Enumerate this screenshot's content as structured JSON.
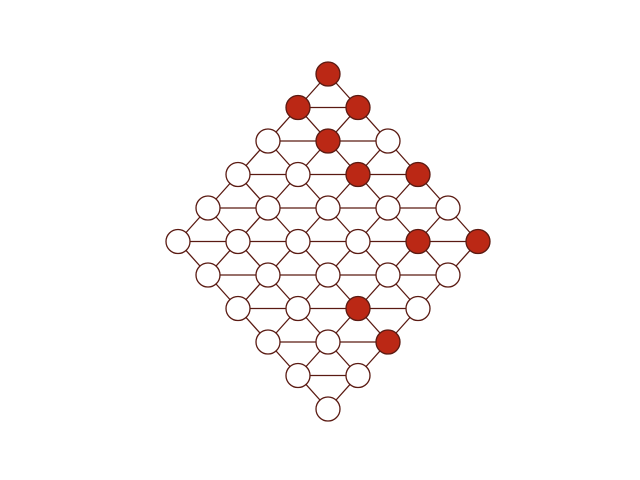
{
  "board": {
    "shape": "diamond",
    "rows": [
      [
        "filled"
      ],
      [
        "filled",
        "filled"
      ],
      [
        "empty",
        "filled",
        "empty"
      ],
      [
        "empty",
        "empty",
        "filled",
        "filled"
      ],
      [
        "empty",
        "empty",
        "empty",
        "empty",
        "empty"
      ],
      [
        "empty",
        "empty",
        "empty",
        "empty",
        "filled",
        "filled"
      ],
      [
        "empty",
        "empty",
        "empty",
        "empty",
        "empty"
      ],
      [
        "empty",
        "empty",
        "filled",
        "empty"
      ],
      [
        "empty",
        "empty",
        "filled"
      ],
      [
        "empty",
        "empty"
      ],
      [
        "empty"
      ]
    ],
    "colors": {
      "filled": "#bb2815",
      "empty": "#ffffff",
      "line": "#5a1a12"
    }
  }
}
